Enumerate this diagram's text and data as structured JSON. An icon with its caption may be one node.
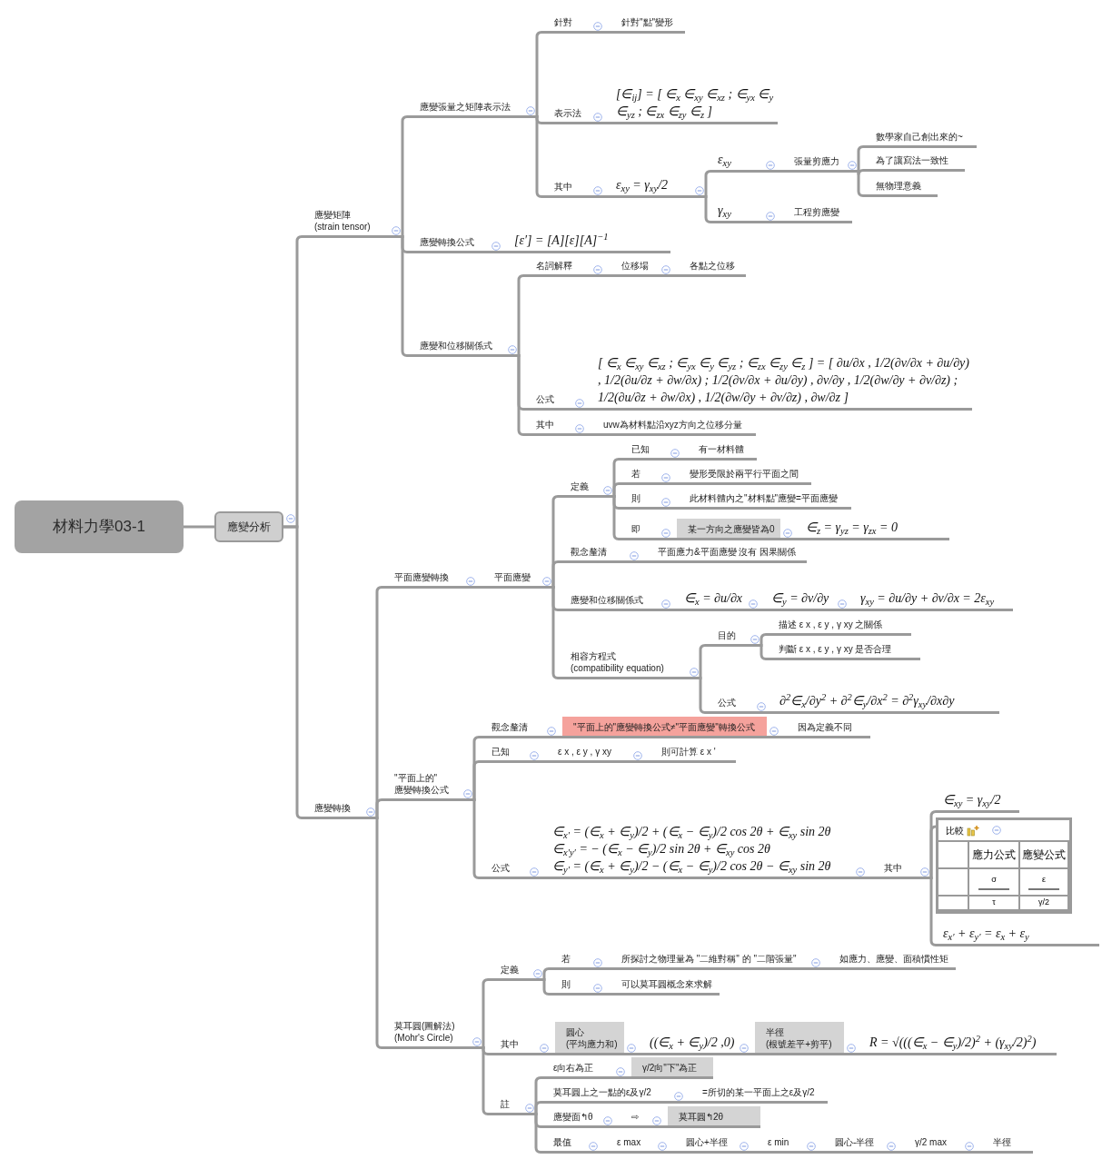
{
  "diagram": {
    "nodes": [
      {
        "text": [
          "材料力學03-1"
        ]
      },
      {
        "text": [
          "應變分析"
        ]
      },
      {
        "text": [
          "應變矩陣",
          "(strain tensor)"
        ]
      },
      {
        "text": [
          "應變張量之矩陣表示法"
        ]
      },
      {
        "text": [
          "針對"
        ]
      },
      {
        "text": [
          "針對\"點\"變形"
        ]
      },
      {
        "text": [
          "表示法"
        ]
      },
      {
        "text": [
          "[∈$_{ij}$] = [ ∈$_{x}$ ∈$_{xy}$ ∈$_{xz}$ ; ∈$_{yx}$ ∈$_{y}$ ∈$_{yz}$ ; ∈$_{zx}$ ∈$_{zy}$ ∈$_{z}$ ]"
        ]
      },
      {
        "text": [
          "其中"
        ]
      },
      {
        "text": [
          "ε$_{xy}$ = γ$_{xy}$/2"
        ]
      },
      {
        "text": [
          "ε$_{xy}$"
        ]
      },
      {
        "text": [
          "張量剪應力"
        ]
      },
      {
        "text": [
          "數學家自己創出來的~"
        ]
      },
      {
        "text": [
          "為了讓寫法一致性"
        ]
      },
      {
        "text": [
          "無物理意義"
        ]
      },
      {
        "text": [
          "γ$_{xy}$"
        ]
      },
      {
        "text": [
          "工程剪應變"
        ]
      },
      {
        "text": [
          "應變轉換公式"
        ]
      },
      {
        "text": [
          "[ε′] = [A][ε][A]$^{−1}$"
        ]
      },
      {
        "text": [
          "應變和位移關係式"
        ]
      },
      {
        "text": [
          "名詞解釋"
        ]
      },
      {
        "text": [
          "位移場"
        ]
      },
      {
        "text": [
          "各點之位移"
        ]
      },
      {
        "text": [
          "公式"
        ]
      },
      {
        "text": [
          "[ ∈$_{x}$ ∈$_{xy}$ ∈$_{xz}$ ; ∈$_{yx}$ ∈$_{y}$ ∈$_{yz}$ ; ∈$_{zx}$ ∈$_{zy}$ ∈$_{z}$ ] = [ ∂u/∂x , 1/2(∂v/∂x + ∂u/∂y) , 1/2(∂u/∂z + ∂w/∂x) ; 1/2(∂v/∂x + ∂u/∂y) , ∂v/∂y , 1/2(∂w/∂y + ∂v/∂z) ; 1/2(∂u/∂z + ∂w/∂x) , 1/2(∂w/∂y + ∂v/∂z) , ∂w/∂z ]"
        ]
      },
      {
        "text": [
          "其中"
        ]
      },
      {
        "text": [
          "uvw為材料點沿xyz方向之位移分量"
        ]
      },
      {
        "text": [
          "應變轉換"
        ]
      },
      {
        "text": [
          "平面應變轉換"
        ]
      },
      {
        "text": [
          "平面應變"
        ]
      },
      {
        "text": [
          "定義"
        ]
      },
      {
        "text": [
          "已知"
        ]
      },
      {
        "text": [
          "有一材料體"
        ]
      },
      {
        "text": [
          "若"
        ]
      },
      {
        "text": [
          "變形受限於兩平行平面之間"
        ]
      },
      {
        "text": [
          "則"
        ]
      },
      {
        "text": [
          "此材料體內之\"材料點\"應變=平面應變"
        ]
      },
      {
        "text": [
          "即"
        ]
      },
      {
        "text": [
          "某一方向之應變皆為0"
        ]
      },
      {
        "text": [
          "∈$_{z}$ = γ$_{yz}$ = γ$_{zx}$ = 0"
        ]
      },
      {
        "text": [
          "觀念釐清"
        ]
      },
      {
        "text": [
          "平面應力&平面應變 沒有 因果關係"
        ]
      },
      {
        "text": [
          "應變和位移關係式"
        ]
      },
      {
        "text": [
          "∈$_{x}$ = ∂u/∂x"
        ]
      },
      {
        "text": [
          "∈$_{y}$ = ∂v/∂y"
        ]
      },
      {
        "text": [
          "γ$_{xy}$ = ∂u/∂y + ∂v/∂x = 2ε$_{xy}$"
        ]
      },
      {
        "text": [
          "相容方程式",
          "(compatibility equation)"
        ]
      },
      {
        "text": [
          "目的"
        ]
      },
      {
        "text": [
          "描述 ε x , ε y , γ xy 之關係"
        ]
      },
      {
        "text": [
          "判斷 ε x , ε y , γ xy 是否合理"
        ]
      },
      {
        "text": [
          "公式"
        ]
      },
      {
        "text": [
          "∂$^{2}$∈$_{x}$/∂y$^{2}$ + ∂$^{2}$∈$_{y}$/∂x$^{2}$ = ∂$^{2}$γ$_{xy}$/∂x∂y"
        ]
      },
      {
        "text": [
          "\"平面上的\" 應變轉換公式"
        ]
      },
      {
        "text": [
          "觀念釐清"
        ]
      },
      {
        "text": [
          "\"平面上的\"應變轉換公式≠\"平面應變\"轉換公式"
        ]
      },
      {
        "text": [
          "因為定義不同"
        ]
      },
      {
        "text": [
          "已知"
        ]
      },
      {
        "text": [
          "ε x , ε y , γ xy"
        ]
      },
      {
        "text": [
          "則可計算 ε x '"
        ]
      },
      {
        "text": [
          "公式"
        ]
      },
      {
        "text": [
          "∈$_{x′}$ = (∈$_{x}$ + ∈$_{y}$)/2 + (∈$_{x}$ − ∈$_{y}$)/2 cos 2θ + ∈$_{xy}$ sin 2θ",
          "∈$_{x′y′}$ = − (∈$_{x}$ − ∈$_{y}$)/2 sin 2θ + ∈$_{xy}$ cos 2θ",
          "∈$_{y′}$ = (∈$_{x}$ + ∈$_{y}$)/2 − (∈$_{x}$ − ∈$_{y}$)/2 cos 2θ − ∈$_{xy}$ sin 2θ"
        ]
      },
      {
        "text": [
          "其中"
        ]
      },
      {
        "text": [
          "∈$_{xy}$ = γ$_{xy}$/2"
        ]
      },
      {
        "text": [
          "比較"
        ]
      },
      {
        "text": [
          "應力公式"
        ],
        "in": 63
      },
      {
        "text": [
          "應變公式"
        ],
        "in": 63
      },
      {
        "text": [
          "σ"
        ],
        "in": 63
      },
      {
        "text": [
          "ε"
        ],
        "in": 63
      },
      {
        "text": [
          "τ"
        ],
        "in": 63
      },
      {
        "text": [
          "γ/2"
        ],
        "in": 63
      },
      {
        "text": [
          "ε$_{x′}$ + ε$_{y′}$ = ε$_{x}$ + ε$_{y}$"
        ]
      },
      {
        "text": [
          "莫耳圓(圖解法)",
          "(Mohr's Circle)"
        ]
      },
      {
        "text": [
          "定義"
        ]
      },
      {
        "text": [
          "若"
        ]
      },
      {
        "text": [
          "所探討之物理量為 \"二維對稱\" 的 \"二階張量\""
        ]
      },
      {
        "text": [
          "如應力、應變、面積慣性矩"
        ]
      },
      {
        "text": [
          "則"
        ]
      },
      {
        "text": [
          "可以莫耳圓概念來求解"
        ]
      },
      {
        "text": [
          "其中"
        ]
      },
      {
        "text": [
          "圓心",
          "(平均應力和)"
        ]
      },
      {
        "text": [
          "((∈$_{x}$ + ∈$_{y}$)/2 ,0)"
        ]
      },
      {
        "text": [
          "半徑",
          "(根號差平+剪平)"
        ]
      },
      {
        "text": [
          "R = √(((∈$_{x}$ − ∈$_{y}$)/2)$^{2}$ + (γ$_{xy}$/2)$^{2}$)"
        ]
      },
      {
        "text": [
          "註"
        ]
      },
      {
        "text": [
          "ε向右為正"
        ]
      },
      {
        "text": [
          "γ/2向\"下\"為正"
        ]
      },
      {
        "text": [
          "莫耳圓上之一點的ε及γ/2"
        ]
      },
      {
        "text": [
          "=所切的某一平面上之ε及γ/2"
        ]
      },
      {
        "text": [
          "應變面↰θ"
        ]
      },
      {
        "text": [
          "⇨"
        ]
      },
      {
        "text": [
          "莫耳圓↰2θ"
        ]
      },
      {
        "text": [
          "最值"
        ]
      },
      {
        "text": [
          "ε max"
        ]
      },
      {
        "text": [
          "圓心+半徑"
        ]
      },
      {
        "text": [
          "ε min"
        ]
      },
      {
        "text": [
          "圓心-半徑"
        ]
      },
      {
        "text": [
          "γ/2 max"
        ]
      },
      {
        "text": [
          "半徑"
        ]
      }
    ],
    "edges": [
      {
        "from": 0,
        "to": 1,
        "arrow": "none"
      },
      {
        "from": 1,
        "to": 2,
        "arrow": "none"
      },
      {
        "from": 1,
        "to": 27,
        "arrow": "none"
      },
      {
        "from": 2,
        "to": 3,
        "arrow": "none"
      },
      {
        "from": 2,
        "to": 17,
        "arrow": "none"
      },
      {
        "from": 2,
        "to": 19,
        "arrow": "none"
      },
      {
        "from": 3,
        "to": 4,
        "arrow": "none"
      },
      {
        "from": 4,
        "to": 5,
        "arrow": "none"
      },
      {
        "from": 3,
        "to": 6,
        "arrow": "none"
      },
      {
        "from": 6,
        "to": 7,
        "arrow": "none"
      },
      {
        "from": 3,
        "to": 8,
        "arrow": "none"
      },
      {
        "from": 8,
        "to": 9,
        "arrow": "none"
      },
      {
        "from": 9,
        "to": 10,
        "arrow": "none"
      },
      {
        "from": 10,
        "to": 11,
        "arrow": "none"
      },
      {
        "from": 11,
        "to": 12,
        "arrow": "none"
      },
      {
        "from": 11,
        "to": 13,
        "arrow": "none"
      },
      {
        "from": 11,
        "to": 14,
        "arrow": "none"
      },
      {
        "from": 9,
        "to": 15,
        "arrow": "none"
      },
      {
        "from": 15,
        "to": 16,
        "arrow": "none"
      },
      {
        "from": 17,
        "to": 18,
        "arrow": "none"
      },
      {
        "from": 19,
        "to": 20,
        "arrow": "none"
      },
      {
        "from": 20,
        "to": 21,
        "arrow": "none"
      },
      {
        "from": 21,
        "to": 22,
        "arrow": "none"
      },
      {
        "from": 19,
        "to": 23,
        "arrow": "none"
      },
      {
        "from": 23,
        "to": 24,
        "arrow": "none"
      },
      {
        "from": 19,
        "to": 25,
        "arrow": "none"
      },
      {
        "from": 25,
        "to": 26,
        "arrow": "none"
      },
      {
        "from": 27,
        "to": 28,
        "arrow": "none"
      },
      {
        "from": 28,
        "to": 29,
        "arrow": "none"
      },
      {
        "from": 29,
        "to": 30,
        "arrow": "none"
      },
      {
        "from": 30,
        "to": 31,
        "arrow": "none"
      },
      {
        "from": 31,
        "to": 32,
        "arrow": "none"
      },
      {
        "from": 30,
        "to": 33,
        "arrow": "none"
      },
      {
        "from": 33,
        "to": 34,
        "arrow": "none"
      },
      {
        "from": 30,
        "to": 35,
        "arrow": "none"
      },
      {
        "from": 35,
        "to": 36,
        "arrow": "none"
      },
      {
        "from": 30,
        "to": 37,
        "arrow": "none"
      },
      {
        "from": 37,
        "to": 38,
        "arrow": "none"
      },
      {
        "from": 38,
        "to": 39,
        "arrow": "none"
      },
      {
        "from": 29,
        "to": 40,
        "arrow": "none"
      },
      {
        "from": 40,
        "to": 41,
        "arrow": "none"
      },
      {
        "from": 29,
        "to": 42,
        "arrow": "none"
      },
      {
        "from": 42,
        "to": 43,
        "arrow": "none"
      },
      {
        "from": 43,
        "to": 44,
        "arrow": "none"
      },
      {
        "from": 44,
        "to": 45,
        "arrow": "none"
      },
      {
        "from": 29,
        "to": 46,
        "arrow": "none"
      },
      {
        "from": 46,
        "to": 47,
        "arrow": "none"
      },
      {
        "from": 47,
        "to": 48,
        "arrow": "none"
      },
      {
        "from": 47,
        "to": 49,
        "arrow": "none"
      },
      {
        "from": 46,
        "to": 50,
        "arrow": "none"
      },
      {
        "from": 50,
        "to": 51,
        "arrow": "none"
      },
      {
        "from": 27,
        "to": 52,
        "arrow": "none"
      },
      {
        "from": 52,
        "to": 53,
        "arrow": "none"
      },
      {
        "from": 53,
        "to": 54,
        "arrow": "none"
      },
      {
        "from": 54,
        "to": 55,
        "arrow": "none"
      },
      {
        "from": 52,
        "to": 56,
        "arrow": "none"
      },
      {
        "from": 56,
        "to": 57,
        "arrow": "none"
      },
      {
        "from": 57,
        "to": 58,
        "arrow": "none"
      },
      {
        "from": 52,
        "to": 59,
        "arrow": "none"
      },
      {
        "from": 59,
        "to": 60,
        "arrow": "none"
      },
      {
        "from": 60,
        "to": 61,
        "arrow": "none"
      },
      {
        "from": 61,
        "to": 62,
        "arrow": "none"
      },
      {
        "from": 61,
        "to": 63,
        "arrow": "none"
      },
      {
        "from": 61,
        "to": 70,
        "arrow": "none"
      },
      {
        "from": 27,
        "to": 71,
        "arrow": "none"
      },
      {
        "from": 71,
        "to": 72,
        "arrow": "none"
      },
      {
        "from": 72,
        "to": 73,
        "arrow": "none"
      },
      {
        "from": 73,
        "to": 74,
        "arrow": "none"
      },
      {
        "from": 74,
        "to": 75,
        "arrow": "none"
      },
      {
        "from": 72,
        "to": 76,
        "arrow": "none"
      },
      {
        "from": 76,
        "to": 77,
        "arrow": "none"
      },
      {
        "from": 71,
        "to": 78,
        "arrow": "none"
      },
      {
        "from": 78,
        "to": 79,
        "arrow": "none"
      },
      {
        "from": 79,
        "to": 80,
        "arrow": "none"
      },
      {
        "from": 80,
        "to": 81,
        "arrow": "none"
      },
      {
        "from": 81,
        "to": 82,
        "arrow": "none"
      },
      {
        "from": 71,
        "to": 83,
        "arrow": "none"
      },
      {
        "from": 83,
        "to": 84,
        "arrow": "none"
      },
      {
        "from": 84,
        "to": 85,
        "arrow": "none"
      },
      {
        "from": 83,
        "to": 86,
        "arrow": "none"
      },
      {
        "from": 86,
        "to": 87,
        "arrow": "none"
      },
      {
        "from": 83,
        "to": 88,
        "arrow": "none"
      },
      {
        "from": 88,
        "to": 89,
        "arrow": "none"
      },
      {
        "from": 89,
        "to": 90,
        "arrow": "none"
      },
      {
        "from": 83,
        "to": 91,
        "arrow": "none"
      },
      {
        "from": 91,
        "to": 92,
        "arrow": "none"
      },
      {
        "from": 92,
        "to": 93,
        "arrow": "none"
      },
      {
        "from": 93,
        "to": 94,
        "arrow": "none"
      },
      {
        "from": 94,
        "to": 95,
        "arrow": "none"
      },
      {
        "from": 95,
        "to": 96,
        "arrow": "none"
      },
      {
        "from": 96,
        "to": 97,
        "arrow": "none"
      }
    ]
  }
}
